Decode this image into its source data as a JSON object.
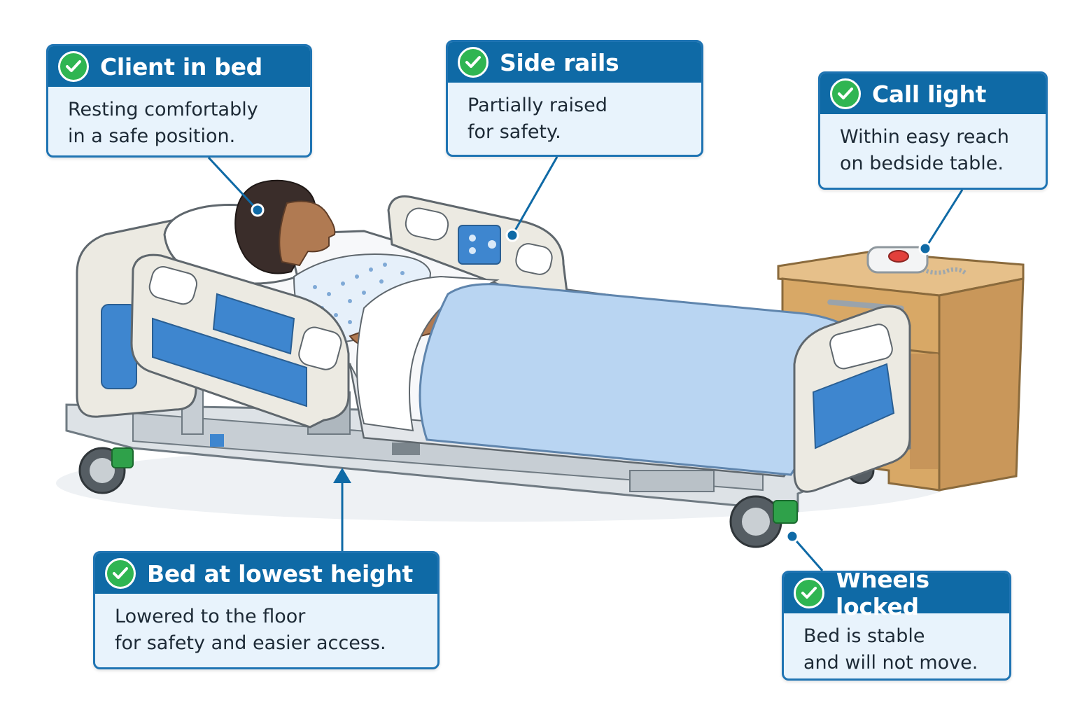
{
  "callouts": {
    "client": {
      "title": "Client in bed",
      "line1": "Resting comfortably",
      "line2": "in a safe position."
    },
    "rails": {
      "title": "Side rails",
      "line1": "Partially raised",
      "line2": "for safety."
    },
    "call": {
      "title": "Call light",
      "line1": "Within easy reach",
      "line2": "on bedside table."
    },
    "height": {
      "title": "Bed at lowest height",
      "line1": "Lowered to the floor",
      "line2": "for safety and easier access."
    },
    "wheels": {
      "title": "Wheels locked",
      "line1": "Bed is stable",
      "line2": "and will not move."
    }
  },
  "icons": {
    "check": "check-circle-icon"
  },
  "colors": {
    "header_blue": "#0f6aa6",
    "border_blue": "#1f74b3",
    "panel_bg": "#e8f3fc",
    "check_green": "#2fb552",
    "blanket_blue": "#b9d5f2",
    "panel_accent_blue": "#3e86cf",
    "wood": "#ddb274"
  }
}
